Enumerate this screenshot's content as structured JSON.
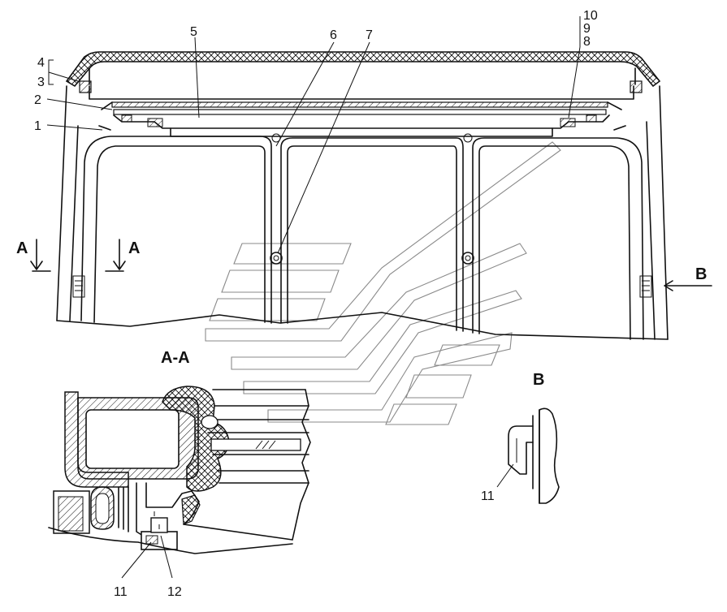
{
  "section_labels": {
    "a_left": "A",
    "a_right": "A",
    "b_arrow": "B",
    "section_a": "A-A",
    "view_b": "B"
  },
  "callouts": {
    "c1": "1",
    "c2": "2",
    "c3": "3",
    "c4": "4",
    "c5": "5",
    "c6": "6",
    "c7": "7",
    "c8": "8",
    "c9": "9",
    "c10": "10",
    "c11_section": "11",
    "c12_section": "12",
    "c11_view": "11"
  }
}
